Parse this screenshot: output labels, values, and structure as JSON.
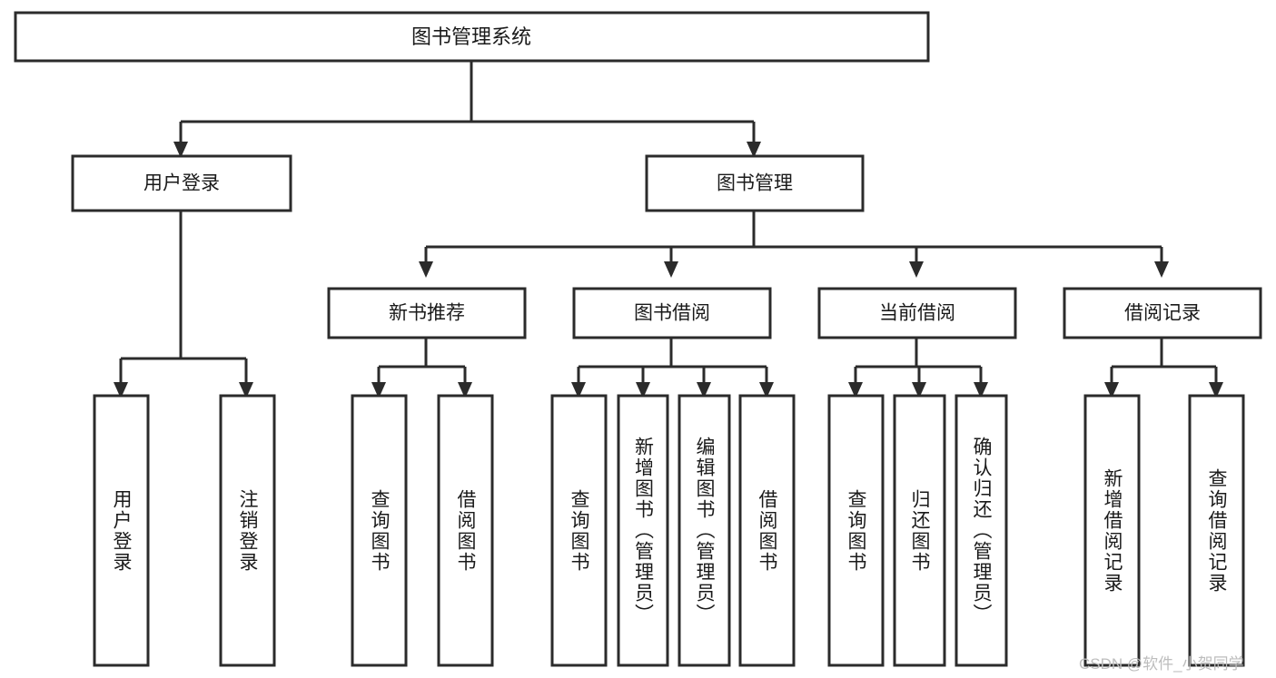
{
  "diagram": {
    "type": "hierarchy-tree",
    "root": {
      "id": "root",
      "label": "图书管理系统"
    },
    "level1": [
      {
        "id": "user-login",
        "label": "用户登录"
      },
      {
        "id": "book-management",
        "label": "图书管理"
      }
    ],
    "level2": [
      {
        "id": "new-book-recommend",
        "label": "新书推荐",
        "parent": "book-management"
      },
      {
        "id": "book-borrow",
        "label": "图书借阅",
        "parent": "book-management"
      },
      {
        "id": "current-borrow",
        "label": "当前借阅",
        "parent": "book-management"
      },
      {
        "id": "borrow-record",
        "label": "借阅记录",
        "parent": "book-management"
      }
    ],
    "leaves": [
      {
        "id": "leaf-user-login",
        "label": "用户登录",
        "parent": "user-login"
      },
      {
        "id": "leaf-logout-login",
        "label": "注销登录",
        "parent": "user-login"
      },
      {
        "id": "leaf-query-book-1",
        "label": "查询图书",
        "parent": "new-book-recommend"
      },
      {
        "id": "leaf-borrow-book-1",
        "label": "借阅图书",
        "parent": "new-book-recommend"
      },
      {
        "id": "leaf-query-book-2",
        "label": "查询图书",
        "parent": "book-borrow"
      },
      {
        "id": "leaf-add-book",
        "label": "新增图书（管理员）",
        "parent": "book-borrow"
      },
      {
        "id": "leaf-edit-book",
        "label": "编辑图书（管理员）",
        "parent": "book-borrow"
      },
      {
        "id": "leaf-borrow-book-2",
        "label": "借阅图书",
        "parent": "book-borrow"
      },
      {
        "id": "leaf-query-book-3",
        "label": "查询图书",
        "parent": "current-borrow"
      },
      {
        "id": "leaf-return-book",
        "label": "归还图书",
        "parent": "current-borrow"
      },
      {
        "id": "leaf-confirm-return",
        "label": "确认归还（管理员）",
        "parent": "current-borrow"
      },
      {
        "id": "leaf-add-record",
        "label": "新增借阅记录",
        "parent": "borrow-record"
      },
      {
        "id": "leaf-query-record",
        "label": "查询借阅记录",
        "parent": "borrow-record"
      }
    ]
  },
  "watermark": {
    "text": "CSDN @软件_小贺同学"
  },
  "colors": {
    "background": "#ffffff",
    "box_fill": "#ffffff",
    "box_stroke": "#2b2b2b",
    "text": "#1a1a1a",
    "watermark": "#bdbdbd"
  }
}
